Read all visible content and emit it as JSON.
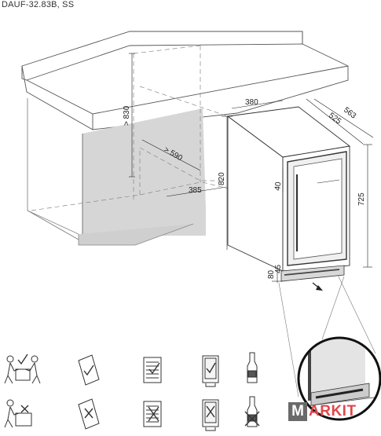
{
  "title": "DAUF-32.83B, SS",
  "dimensions": {
    "counter_height": "> 830",
    "cabinet_depth": "> 590",
    "niche_width": "385",
    "appliance_width": "380",
    "depth_body": "525",
    "depth_total": "563",
    "door_offset": "40",
    "cabinet_height": "820",
    "total_height": "725",
    "plinth_height": "80",
    "plinth_gap": "45"
  },
  "logo": {
    "first_letter": "M",
    "rest": "ARKIT"
  },
  "icons": {
    "row_ok": [
      "two-person-carry-icon",
      "manual-check-icon",
      "checklist-check-icon",
      "door-check-icon",
      "bottle-icon"
    ],
    "row_no": [
      "single-person-carry-cross-icon",
      "manual-cross-icon",
      "checklist-cross-icon",
      "door-cross-icon",
      "bottle-cross-icon"
    ]
  }
}
